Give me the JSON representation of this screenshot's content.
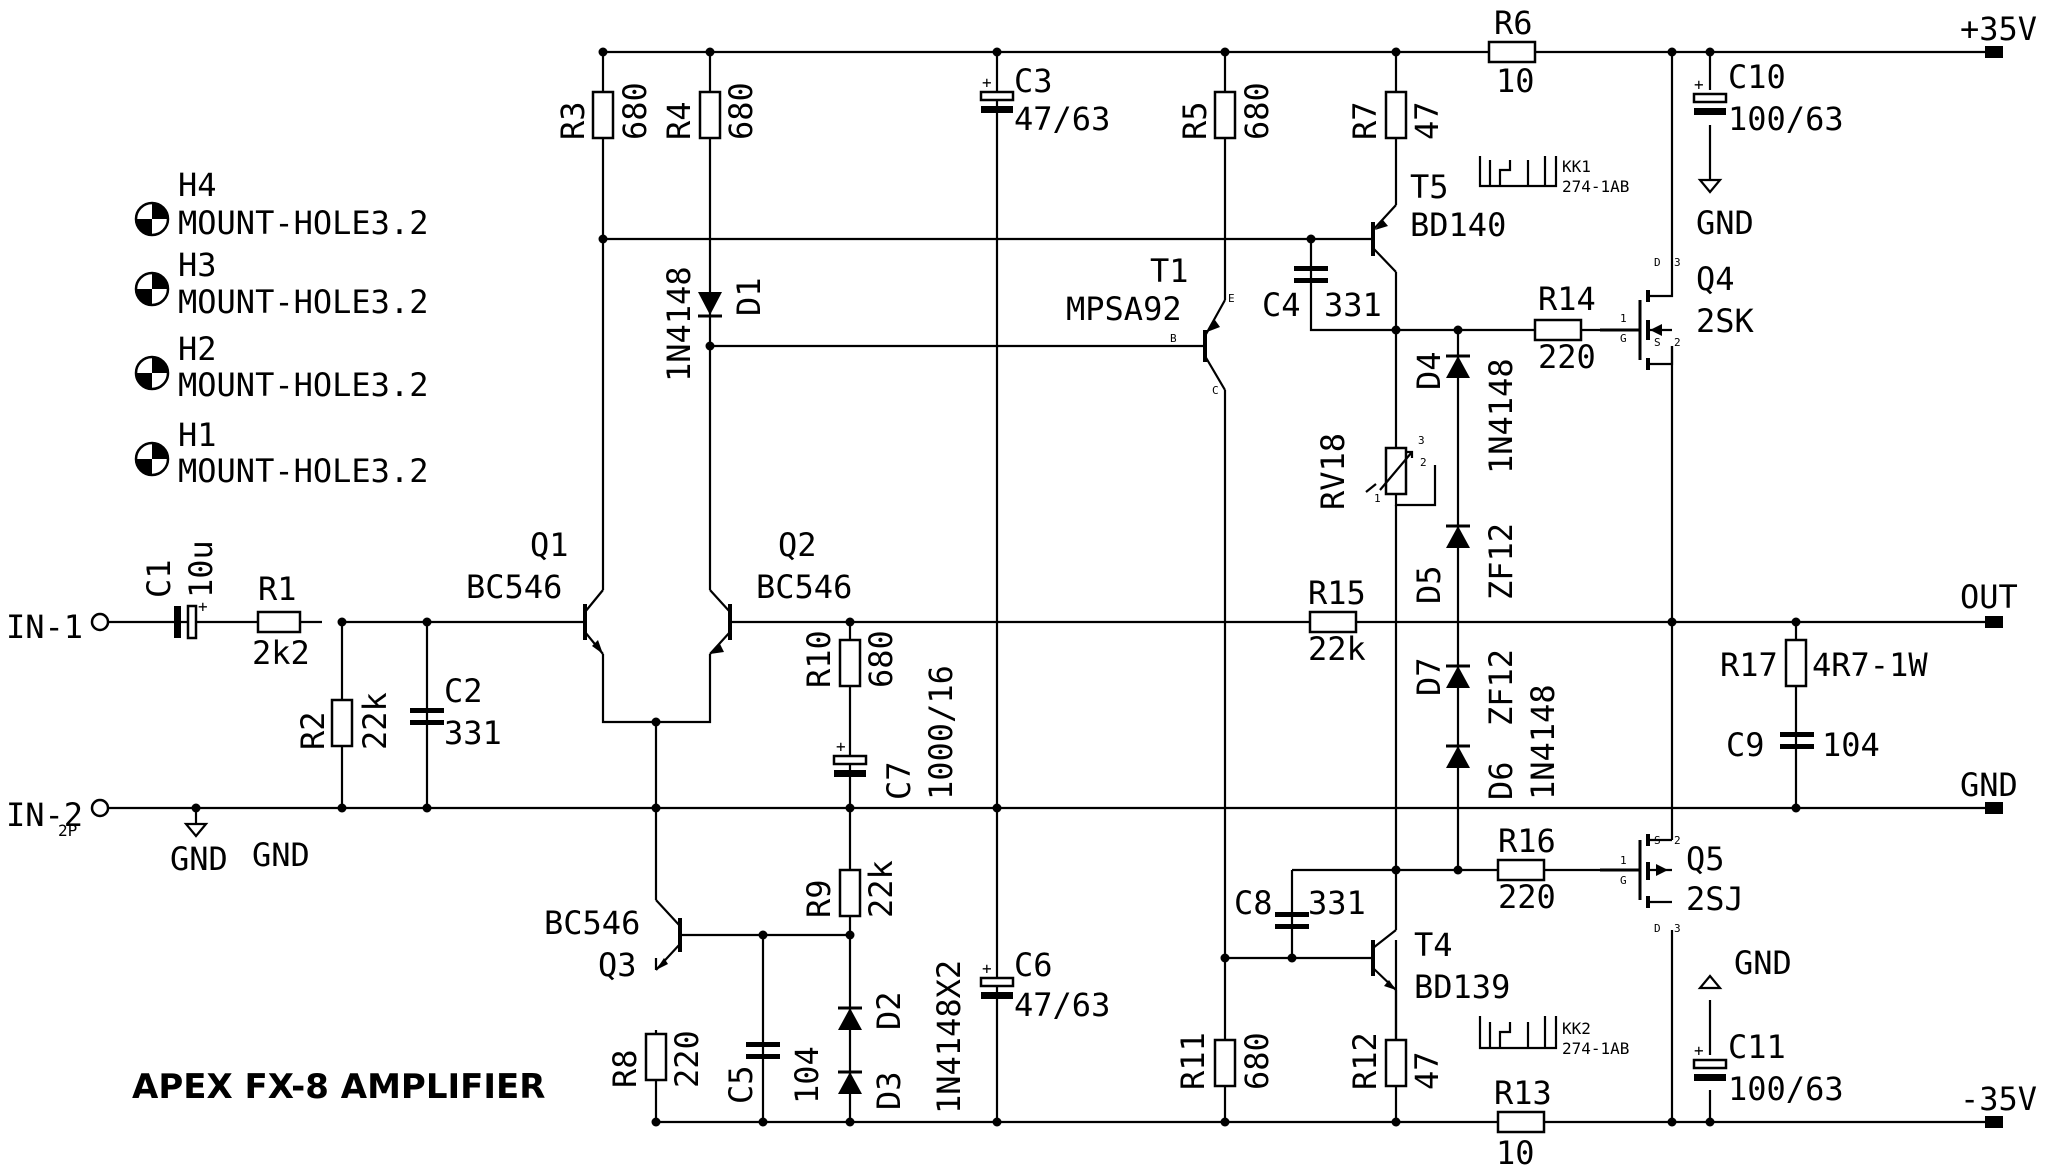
{
  "title": "APEX FX-8 AMPLIFIER",
  "rails": {
    "pos": "+35V",
    "neg": "-35V",
    "out": "OUT",
    "gnd": "GND"
  },
  "inputs": [
    {
      "label": "IN-1"
    },
    {
      "label": "IN-2",
      "pin": "2P"
    }
  ],
  "gnd_labels": {
    "in_gnd_a": "GND",
    "in_gnd_b": "GND",
    "c10_gnd": "GND",
    "c11_gnd": "GND"
  },
  "mount_holes": [
    {
      "ref": "H4",
      "value": "MOUNT-HOLE3.2"
    },
    {
      "ref": "H3",
      "value": "MOUNT-HOLE3.2"
    },
    {
      "ref": "H2",
      "value": "MOUNT-HOLE3.2"
    },
    {
      "ref": "H1",
      "value": "MOUNT-HOLE3.2"
    }
  ],
  "components": {
    "C1": {
      "ref": "C1",
      "value": "10u"
    },
    "R1": {
      "ref": "R1",
      "value": "2k2"
    },
    "R2": {
      "ref": "R2",
      "value": "22k"
    },
    "C2": {
      "ref": "C2",
      "value": "331"
    },
    "R3": {
      "ref": "R3",
      "value": "680"
    },
    "R4": {
      "ref": "R4",
      "value": "680"
    },
    "D1": {
      "ref": "D1",
      "value": "1N4148"
    },
    "Q1": {
      "ref": "Q1",
      "value": "BC546"
    },
    "Q2": {
      "ref": "Q2",
      "value": "BC546"
    },
    "Q3": {
      "ref": "Q3",
      "value": "BC546"
    },
    "C3": {
      "ref": "C3",
      "value": "47/63"
    },
    "R5": {
      "ref": "R5",
      "value": "680"
    },
    "T1": {
      "ref": "T1",
      "value": "MPSA92"
    },
    "R7": {
      "ref": "R7",
      "value": "47"
    },
    "T5": {
      "ref": "T5",
      "value": "BD140"
    },
    "C4": {
      "ref": "C4",
      "value": "331"
    },
    "R6": {
      "ref": "R6",
      "value": "10"
    },
    "KK1": {
      "ref": "KK1",
      "value": "274-1AB"
    },
    "C10": {
      "ref": "C10",
      "value": "100/63"
    },
    "R14": {
      "ref": "R14",
      "value": "220"
    },
    "Q4": {
      "ref": "Q4",
      "value": "2SK"
    },
    "D4": {
      "ref": "D4",
      "value": "1N4148"
    },
    "RV18": {
      "ref": "RV18"
    },
    "D5": {
      "ref": "D5",
      "value": "ZF12"
    },
    "R15": {
      "ref": "R15",
      "value": "22k"
    },
    "R10": {
      "ref": "R10",
      "value": "680"
    },
    "C7": {
      "ref": "C7",
      "value": "1000/16"
    },
    "D7": {
      "ref": "D7",
      "value": "ZF12"
    },
    "D6": {
      "ref": "D6",
      "value": "1N4148"
    },
    "R17": {
      "ref": "R17",
      "value": "4R7-1W"
    },
    "C9": {
      "ref": "C9",
      "value": "104"
    },
    "R9": {
      "ref": "R9",
      "value": "22k"
    },
    "D2": {
      "ref": "D2"
    },
    "D3": {
      "ref": "D3",
      "value": "1N4148X2"
    },
    "C5": {
      "ref": "C5",
      "value": "104"
    },
    "R8": {
      "ref": "R8",
      "value": "220"
    },
    "C6": {
      "ref": "C6",
      "value": "47/63"
    },
    "R11": {
      "ref": "R11",
      "value": "680"
    },
    "C8": {
      "ref": "C8",
      "value": "331"
    },
    "T4": {
      "ref": "T4",
      "value": "BD139"
    },
    "R12": {
      "ref": "R12",
      "value": "47"
    },
    "R16": {
      "ref": "R16",
      "value": "220"
    },
    "Q5": {
      "ref": "Q5",
      "value": "2SJ"
    },
    "KK2": {
      "ref": "KK2",
      "value": "274-1AB"
    },
    "C11": {
      "ref": "C11",
      "value": "100/63"
    },
    "R13": {
      "ref": "R13",
      "value": "10"
    }
  },
  "pins": {
    "t1_b": "B",
    "t1_e": "E",
    "t1_c": "C",
    "q4_d": "D",
    "q4_g": "G",
    "q4_s": "S",
    "q4_n1": "1",
    "q4_n2": "2",
    "q4_n3": "3",
    "q5_d": "D",
    "q5_g": "G",
    "q5_s": "S",
    "q5_n1": "1",
    "q5_n2": "2",
    "q5_n3": "3",
    "rv_1": "1",
    "rv_2": "2",
    "rv_3": "3"
  }
}
